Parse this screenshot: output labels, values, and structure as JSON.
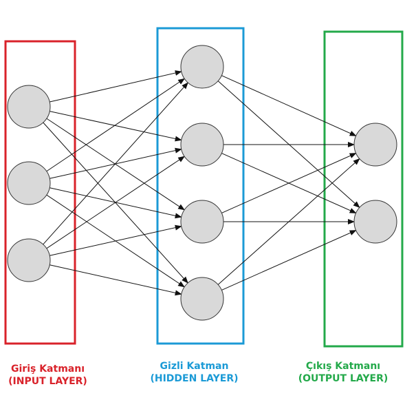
{
  "colors": {
    "input": "#d9222a",
    "hidden": "#1b9ad6",
    "output": "#23a94a",
    "node_fill": "#d9d9d9",
    "node_stroke": "#333333",
    "edge": "#111111"
  },
  "layers": [
    {
      "id": "input",
      "title": "Giriş Katmanı",
      "subtitle": "(INPUT LAYER)",
      "node_count": 3
    },
    {
      "id": "hidden",
      "title": "Gizli Katman",
      "subtitle": "(HIDDEN LAYER)",
      "node_count": 4
    },
    {
      "id": "output",
      "title": "Çıkış Katmanı",
      "subtitle": "(OUTPUT LAYER)",
      "node_count": 2
    }
  ],
  "connections": "fully-connected"
}
